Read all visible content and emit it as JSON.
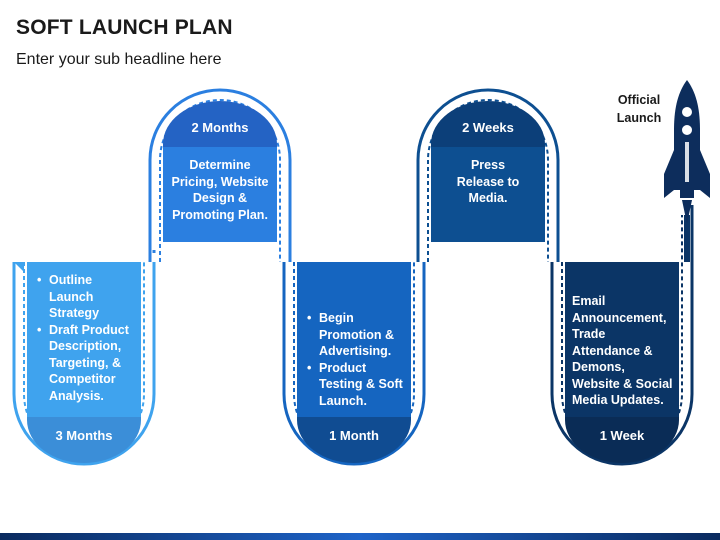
{
  "title": "SOFT LAUNCH PLAN",
  "subtitle": "Enter your sub headline here",
  "launch_label": [
    "Official",
    "Launch"
  ],
  "colors": {
    "c1": "#3fa3ee",
    "c2": "#2b7fe0",
    "c3": "#1565c0",
    "c4": "#0d4f91",
    "c5": "#0b3566",
    "label1": "#3b8ed8",
    "label2": "#2463c4",
    "label3": "#104c92",
    "label4": "#0c3f79",
    "label5": "#0a2c56",
    "rocket": "#0d2d5c"
  },
  "stages": [
    {
      "label": "3 Months",
      "items": [
        "Outline Launch Strategy",
        "Draft Product Description, Targeting, & Competitor Analysis."
      ]
    },
    {
      "label": "2 Months",
      "text": "Determine Pricing, Website Design & Promoting Plan."
    },
    {
      "label": "1 Month",
      "items": [
        "Begin Promotion & Advertising.",
        "Product Testing & Soft Launch."
      ]
    },
    {
      "label": "2 Weeks",
      "text": "Press Release to Media."
    },
    {
      "label": "1 Week",
      "text": "Email Announcement, Trade Attendance & Demons, Website & Social Media Updates."
    }
  ]
}
